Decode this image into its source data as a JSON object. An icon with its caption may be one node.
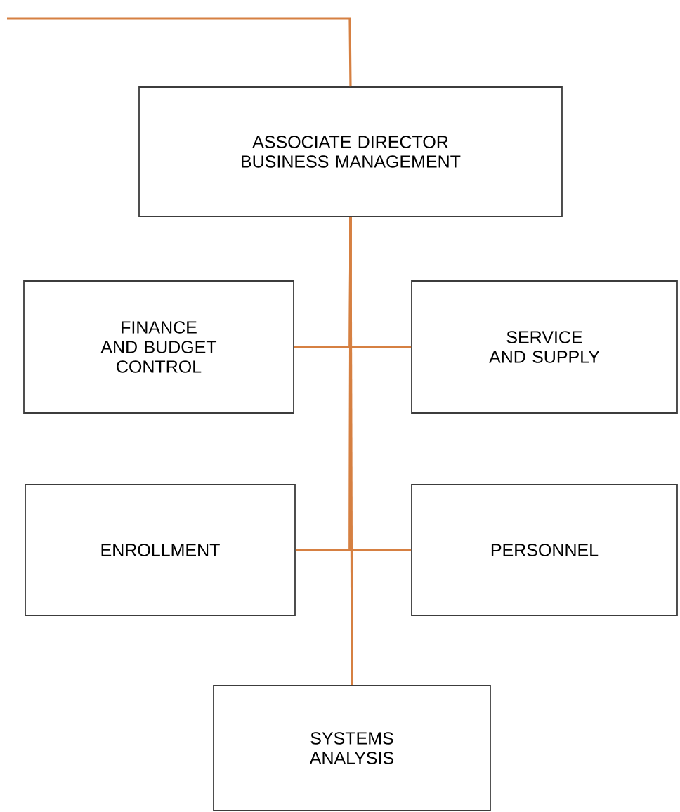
{
  "diagram": {
    "nodes": [
      {
        "text": [
          "ASSOCIATE DIRECTOR BUSINESS MANAGEMENT"
        ]
      },
      {
        "text": [
          "FINANCE AND BUDGET CONTROL"
        ]
      },
      {
        "text": [
          "SERVICE AND SUPPLY"
        ]
      },
      {
        "text": [
          "ENROLLMENT"
        ]
      },
      {
        "text": [
          "PERSONNEL"
        ]
      },
      {
        "text": [
          "SYSTEMS ANALYSIS"
        ]
      }
    ],
    "edges": [
      {
        "from": null,
        "to": 0,
        "arrow": "none"
      },
      {
        "from": 0,
        "to": 1,
        "arrow": "none"
      },
      {
        "from": 0,
        "to": 2,
        "arrow": "none"
      },
      {
        "from": 0,
        "to": 3,
        "arrow": "none"
      },
      {
        "from": 0,
        "to": 4,
        "arrow": "none"
      },
      {
        "from": 0,
        "to": 5,
        "arrow": "none"
      }
    ]
  }
}
